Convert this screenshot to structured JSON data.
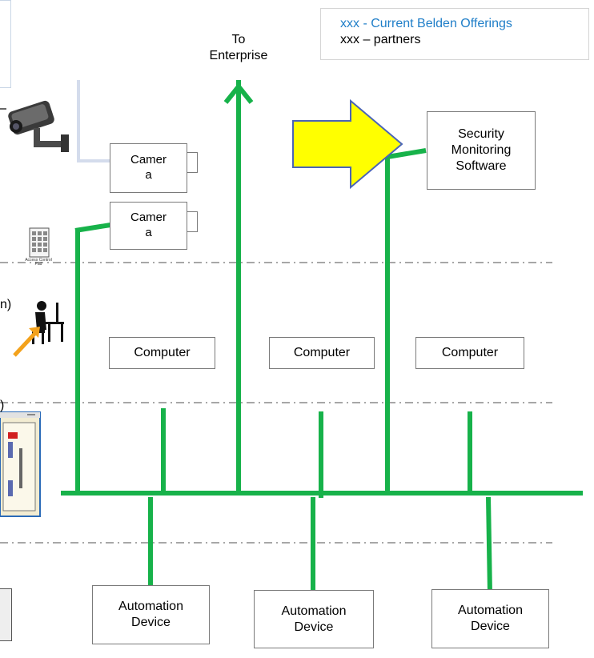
{
  "legend": {
    "belden_line": "xxx - Current Belden Offerings",
    "partner_line": "xxx – partners",
    "belden_color": "#1f7ec8"
  },
  "to_enterprise": "To\nEnterprise",
  "security_software": "Security\nMonitoring\nSoftware",
  "cameras": [
    "Camer\na",
    "Camer\na"
  ],
  "computers": [
    "Computer",
    "Computer",
    "Computer"
  ],
  "automation_devices": [
    "Automation\nDevice",
    "Automation\nDevice",
    "Automation\nDevice"
  ],
  "access_pad_label": "Access Control\nPad",
  "edge_text": [
    "n)",
    ")"
  ],
  "colors": {
    "network": "#17b24a",
    "arrow_fill": "#ffff00",
    "arrow_stroke": "#4a64b8",
    "box_border": "#7a7a7a"
  },
  "icons": [
    "security-camera-icon",
    "access-control-pad-icon",
    "operator-workstation-icon",
    "control-panel-icon",
    "pointer-arrow-icon"
  ]
}
